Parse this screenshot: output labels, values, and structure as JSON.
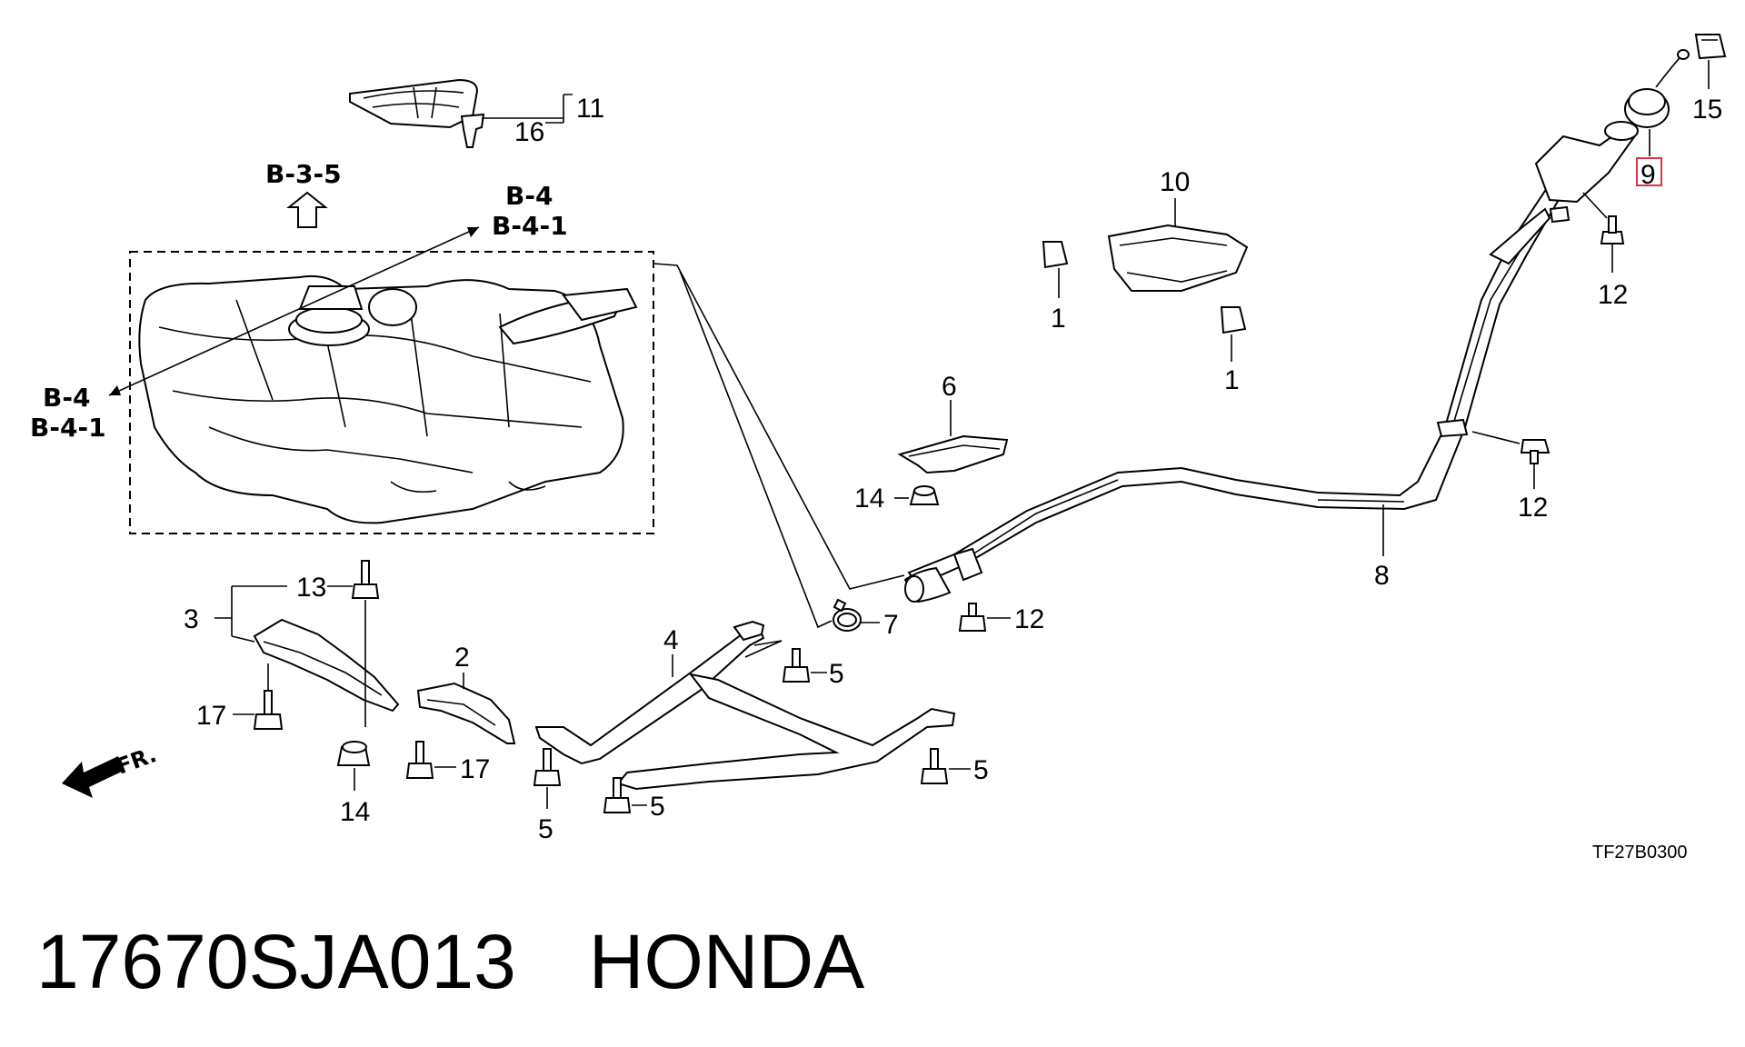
{
  "callouts": {
    "c1a": "1",
    "c1b": "1",
    "c2": "2",
    "c3": "3",
    "c4": "4",
    "c5a": "5",
    "c5b": "5",
    "c5c": "5",
    "c5d": "5",
    "c6": "6",
    "c7": "7",
    "c8": "8",
    "c9": "9",
    "c10": "10",
    "c11": "11",
    "c12a": "12",
    "c12b": "12",
    "c12c": "12",
    "c13": "13",
    "c14a": "14",
    "c14b": "14",
    "c15": "15",
    "c16": "16",
    "c17a": "17",
    "c17b": "17"
  },
  "refs": {
    "up_arrow": "B-3-5",
    "upper_right_1": "B-4",
    "upper_right_2": "B-4-1",
    "left_1": "B-4",
    "left_2": "B-4-1"
  },
  "direction_label": "FR.",
  "diagram_code": "TF27B0300",
  "highlight_color": "#e0304a",
  "caption": {
    "part_number": "17670SJA013",
    "brand": "HONDA"
  }
}
